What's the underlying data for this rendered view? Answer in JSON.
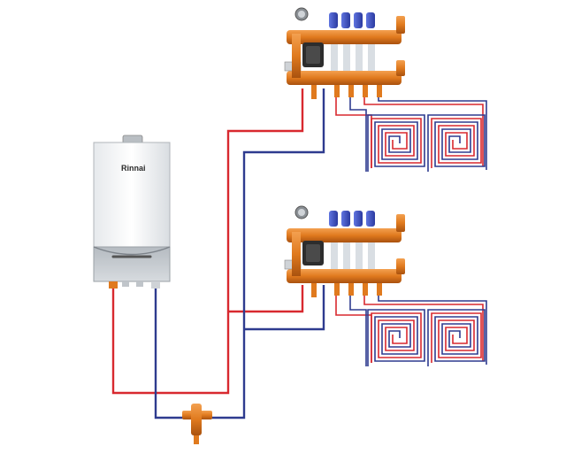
{
  "boiler": {
    "brand": "Rinnai",
    "colors": {
      "body": "#f1f3f5",
      "bottom": "#c9ced3",
      "flue": "#b9bec3"
    }
  },
  "pipes": {
    "supply_color": "#d8292f",
    "return_color": "#2e3b8f"
  },
  "manifold_groups": [
    {
      "id": "upper",
      "valve_cap_colors": [
        "#3a4fc0",
        "#3a4fc0",
        "#3a4fc0",
        "#3a4fc0"
      ],
      "body_color": "#e07a1e",
      "loop_count": 2
    },
    {
      "id": "lower",
      "valve_cap_colors": [
        "#3a4fc0",
        "#3a4fc0",
        "#3a4fc0",
        "#3a4fc0"
      ],
      "body_color": "#e07a1e",
      "loop_count": 2
    }
  ],
  "icons": {
    "boiler": "wall-boiler-icon",
    "manifold": "manifold-icon",
    "loop": "floor-heating-loop-icon",
    "valve": "mixing-valve-icon"
  }
}
